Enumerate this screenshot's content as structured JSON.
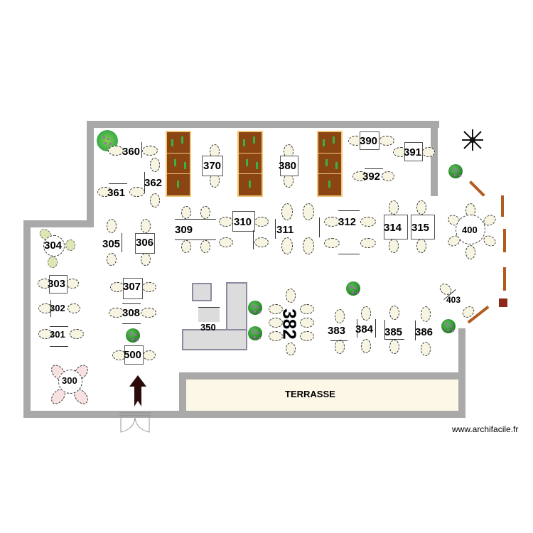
{
  "plan": {
    "zones": {
      "bar_counter": "350",
      "terrace": "TERRASSE"
    },
    "tables": {
      "t300": "300",
      "t301": "301",
      "t302": "302",
      "t303": "303",
      "t304": "304",
      "t305": "305",
      "t306": "306",
      "t307": "307",
      "t308": "308",
      "t309": "309",
      "t310": "310",
      "t311": "311",
      "t312": "312",
      "t314": "314",
      "t315": "315",
      "t360": "360",
      "t361": "361",
      "t362": "362",
      "t370": "370",
      "t380": "380",
      "t382": "382",
      "t383": "383",
      "t384": "384",
      "t385": "385",
      "t386": "386",
      "t390": "390",
      "t391": "391",
      "t392": "392",
      "t400": "400",
      "t403": "403",
      "t500": "500"
    },
    "icons": {
      "compass": "compass-star-icon",
      "entrance_arrow": "entrance-arrow-icon",
      "door": "double-door-icon",
      "plants": "plant-icon",
      "shelves": "planter-shelf-icon"
    },
    "colors": {
      "wall": "#a9a9a9",
      "chair": "#f7f5e2",
      "shelf": "#8b4513",
      "rail": "#b35a1f",
      "terrace": "#fcf7e6"
    }
  },
  "footer": {
    "watermark": "www.archifacile.fr"
  }
}
